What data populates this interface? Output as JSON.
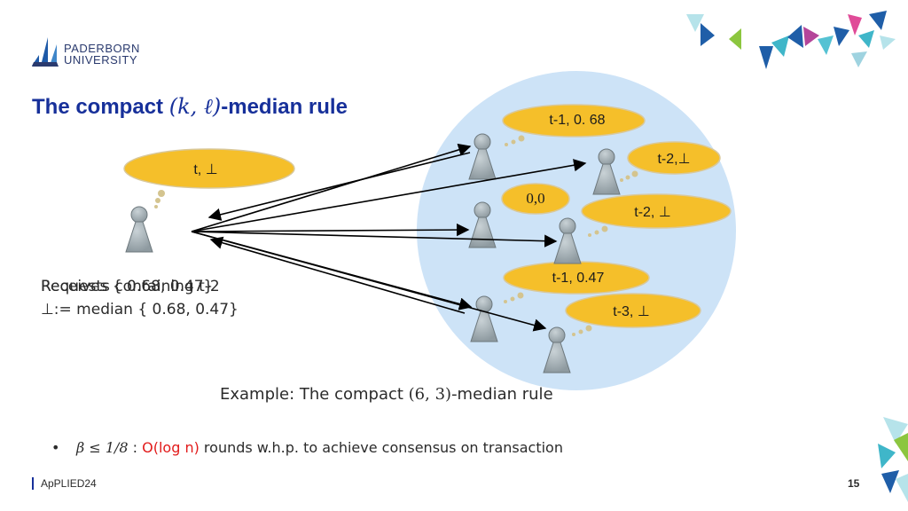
{
  "header": {
    "university_line1": "PADERBORN",
    "university_line2": "UNIVERSITY"
  },
  "title": {
    "prefix": "The compact ",
    "math": "(k, ℓ)",
    "suffix": "-median rule"
  },
  "left_node": {
    "bubble": "t, ⊥",
    "text_overlay_1": "Requests containing t-2",
    "text_overlay_2": "Receives { 0.68, 0.47}",
    "text_line2": "⊥:= median { 0.68, 0.47}"
  },
  "bubbles": [
    {
      "id": "b1",
      "text": "t-1, 0. 68"
    },
    {
      "id": "b2",
      "text": "t-2,⊥"
    },
    {
      "id": "b3",
      "text": "0,0"
    },
    {
      "id": "b4",
      "text": "t-2, ⊥"
    },
    {
      "id": "b5",
      "text": "t-1, 0.47"
    },
    {
      "id": "b6",
      "text": "t-3, ⊥"
    }
  ],
  "caption": {
    "prefix": "Example: The compact ",
    "math": "(6, 3)",
    "suffix": "-median rule"
  },
  "bullet": {
    "marker": "•",
    "math": "β  ≤ 1/8",
    "colon": " : ",
    "red": "O(log n)",
    "rest": " rounds w.h.p. to achieve consensus on transaction"
  },
  "footer": {
    "conference": "ApPLIED24",
    "page": "15"
  },
  "colors": {
    "title": "#17309a",
    "circle": "#cde3f7",
    "bubble": "#f5bf2a",
    "node": "#a4b0b6",
    "accent_red": "#e21b1b"
  }
}
